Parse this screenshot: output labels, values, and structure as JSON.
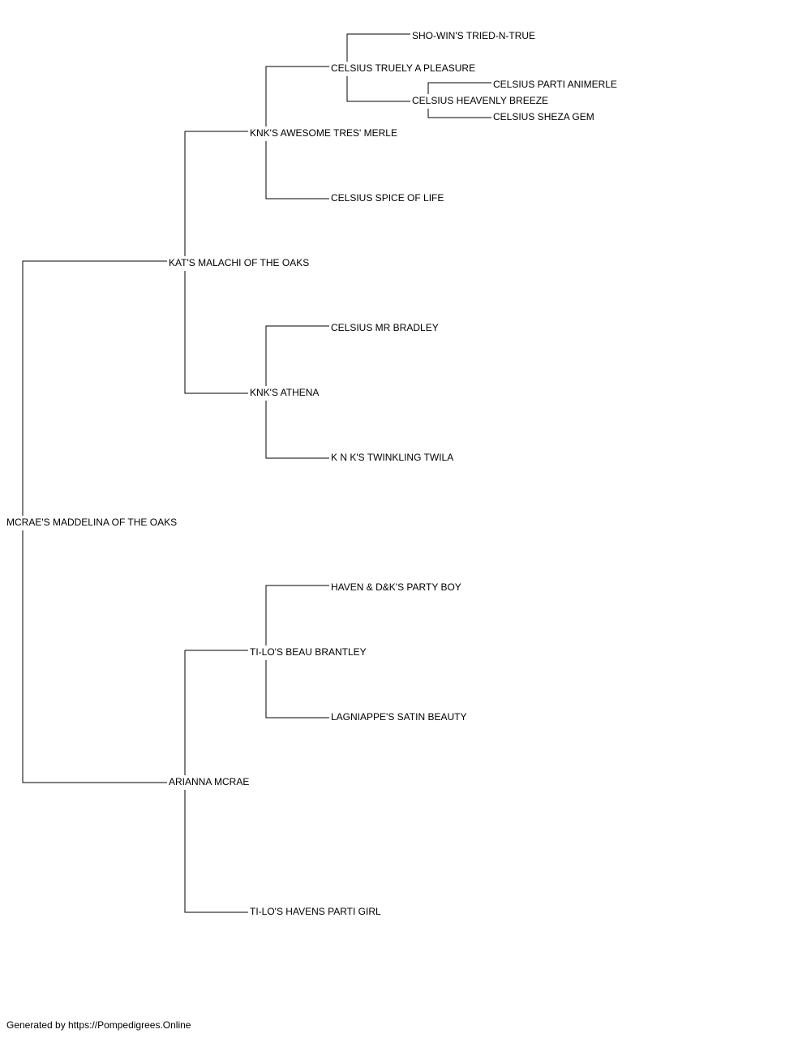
{
  "pedigree": {
    "subject": "MCRAE'S MADDELINA OF THE OAKS",
    "sire": "KAT'S MALACHI OF THE OAKS",
    "dam": "ARIANNA MCRAE",
    "sire_sire": "KNK'S AWESOME TRES' MERLE",
    "sire_dam": "KNK'S ATHENA",
    "dam_sire": "TI-LO'S BEAU BRANTLEY",
    "dam_dam": "TI-LO'S HAVENS PARTI GIRL",
    "sss": "CELSIUS TRUELY A PLEASURE",
    "ssd": "CELSIUS SPICE OF LIFE",
    "sds": "CELSIUS MR BRADLEY",
    "sdd": "K N K'S TWINKLING TWILA",
    "dss": "HAVEN & D&K'S PARTY BOY",
    "dsd": "LAGNIAPPE'S SATIN BEAUTY",
    "ssss": "SHO-WIN'S TRIED-N-TRUE",
    "sssd": "CELSIUS HEAVENLY BREEZE",
    "sssds": "CELSIUS PARTI ANIMERLE",
    "sssdd": "CELSIUS SHEZA GEM"
  },
  "footer": "Generated by https://Pompedigrees.Online"
}
